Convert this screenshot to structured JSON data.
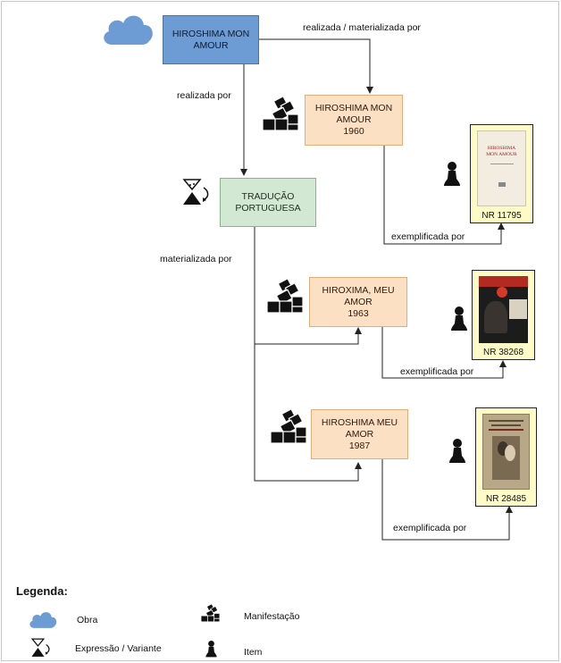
{
  "nodes": {
    "obra": "HIROSHIMA MON\nAMOUR",
    "expressao": "TRADUÇÃO\nPORTUGUESA",
    "manif_1960": "HIROSHIMA MON\nAMOUR\n1960",
    "manif_1963": "HIROXIMA, MEU\nAMOR\n1963",
    "manif_1987": "HIROSHIMA MEU\nAMOR\n1987"
  },
  "edges": {
    "realizada_materializada_por": "realizada / materializada por",
    "realizada_por": "realizada por",
    "materializada_por": "materializada por",
    "exemplificada_1": "exemplificada por",
    "exemplificada_2": "exemplificada por",
    "exemplificada_3": "exemplificada por"
  },
  "items": [
    {
      "nr": "NR 11795",
      "cover_title": "HIROSHIMA\nMON AMOUR"
    },
    {
      "nr": "NR 38268"
    },
    {
      "nr": "NR 28485"
    }
  ],
  "legend": {
    "title": "Legenda:",
    "obra": "Obra",
    "expressao": "Expressão / Variante",
    "manifestacao": "Manifestação",
    "item": "Item"
  },
  "icons": {
    "obra": "cloud-icon",
    "expressao": "hourglass-icon",
    "manifestacao": "blocks-icon",
    "item": "pawn-icon"
  },
  "colors": {
    "obra": "#6d9bd3",
    "expressao": "#d3e8d2",
    "manifestacao": "#fbe0c4",
    "item": "#fffbc6"
  }
}
